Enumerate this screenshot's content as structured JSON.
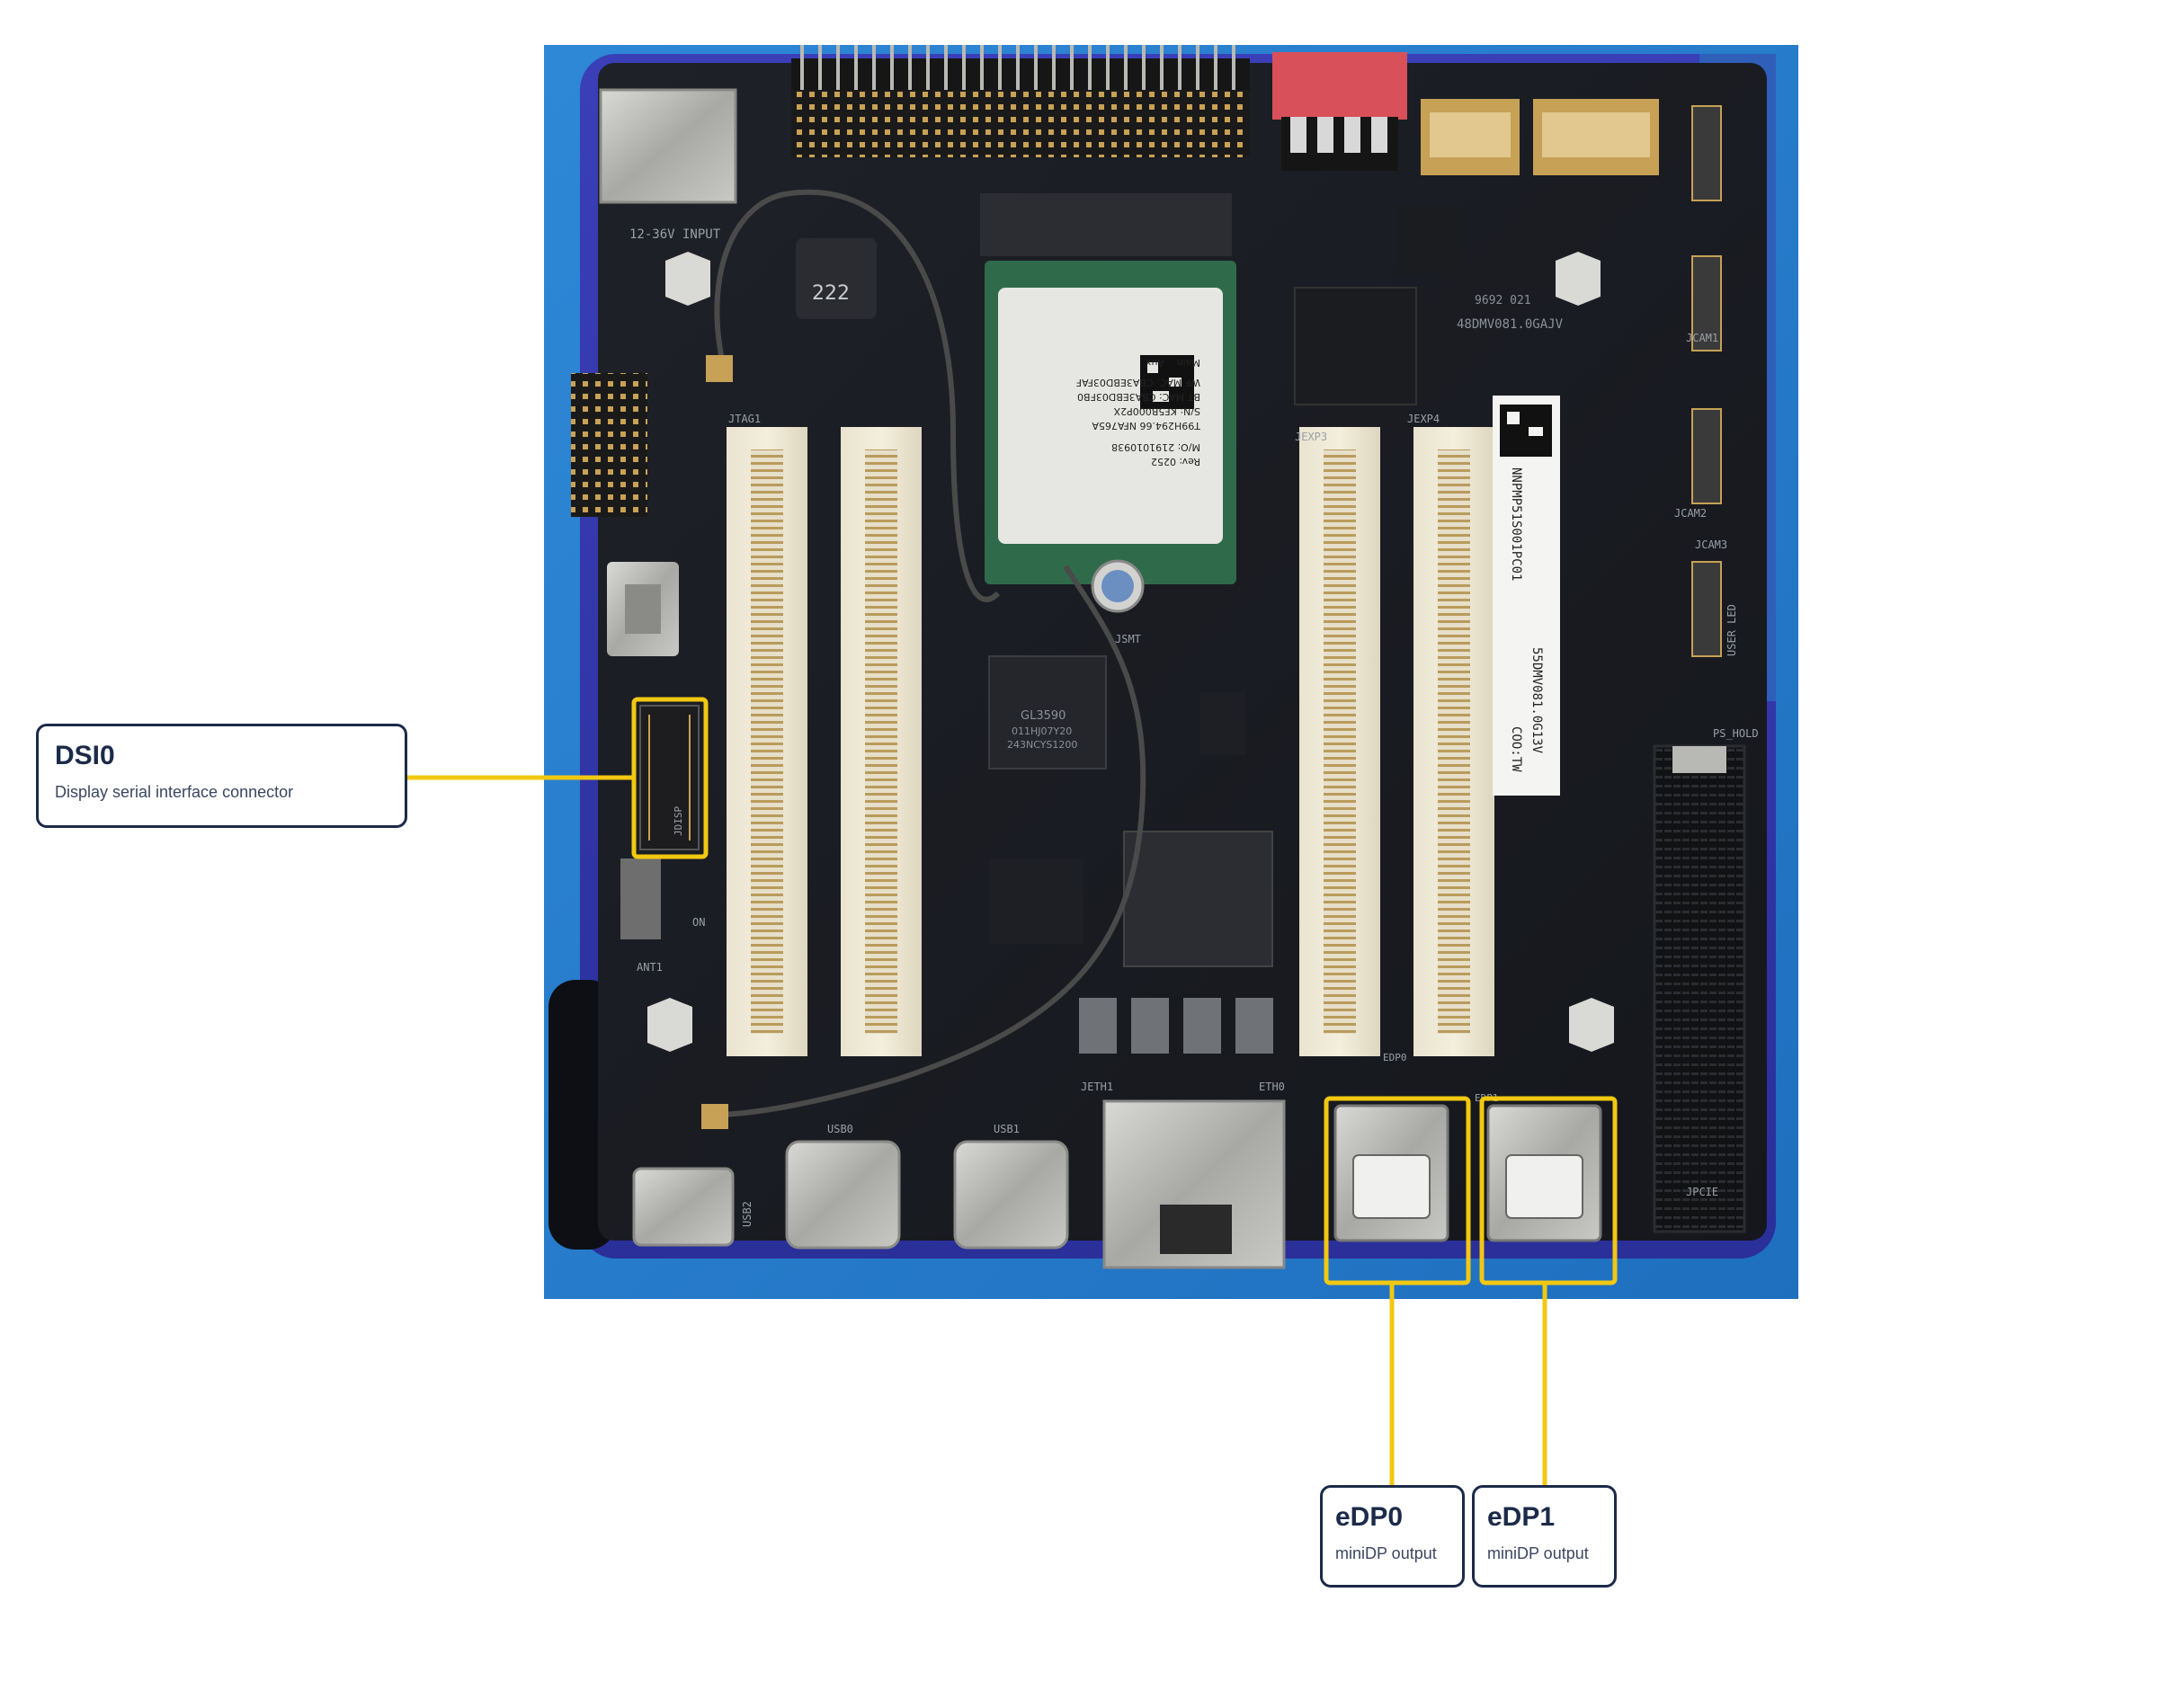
{
  "diagram": {
    "highlight_color": "#f2c811",
    "callout_border_color": "#1b2a48",
    "background_color": "#ffffff"
  },
  "board_photo": {
    "markings": {
      "power_input": "12-36V INPUT",
      "inductor": "222",
      "wifi_line_1": "WF MAC: CBA3EBD03FAF",
      "wifi_line_2": "BT MAC: CBA3EBD03FB0",
      "wifi_line_3": "S/N: KF5B000P2X",
      "wifi_line_4": "T99H294.66  NFA765A",
      "wifi_line_5": "M/O: 2191010938",
      "wifi_line_6": "Rev: 0252",
      "wifi_main": "Main",
      "wifi_aux": "Aux",
      "hub_chip_1": "GL3590",
      "hub_chip_2": "011HJ07Y20",
      "hub_chip_3": "243NCYS1200",
      "label_sticker_1": "NNPMP51S001PC01",
      "label_sticker_2": "55DMV081.0G13V",
      "label_sticker_3": "COO:TW",
      "pcb_code": "48DMV081.0GAJV",
      "pcb_small": "9692 021",
      "silk_jdsp": "JDISP",
      "silk_edp0": "EDP0",
      "silk_edp1": "EDP1",
      "silk_jeth0": "ETH0",
      "silk_jeth1": "JETH1",
      "silk_usb0": "USB0",
      "silk_usb1": "USB1",
      "silk_usb2": "USB2",
      "silk_jtag": "JTAG1",
      "silk_jexp3": "JEXP3",
      "silk_jexp4": "JEXP4",
      "silk_jsmt": "JSMT",
      "silk_pcie": "JPCIE",
      "silk_ps_hold": "PS_HOLD",
      "silk_user_led": "USER LED",
      "silk_jcam1": "JCAM1",
      "silk_jcam2": "JCAM2",
      "silk_jcam3": "JCAM3",
      "silk_ant": "ANT1",
      "silk_on": "ON"
    }
  },
  "callouts": [
    {
      "title": "DSI0",
      "description": "Display serial interface connector"
    },
    {
      "title": "eDP0",
      "description": "miniDP output"
    },
    {
      "title": "eDP1",
      "description": "miniDP output"
    }
  ]
}
